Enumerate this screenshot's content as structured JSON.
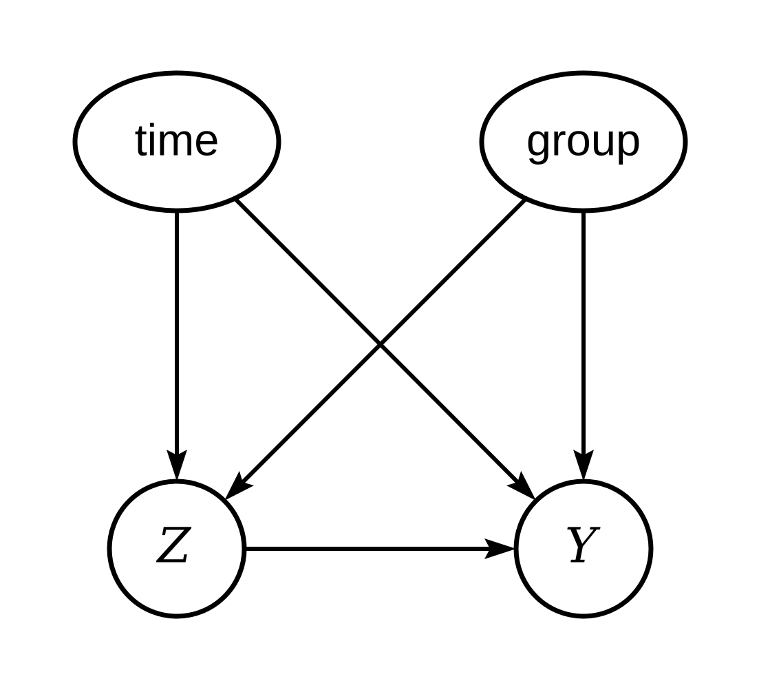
{
  "diagram": {
    "type": "directed-graph",
    "background_color": "#ffffff",
    "line_color": "#000000",
    "text_color": "#000000",
    "nodes": [
      {
        "id": "time",
        "label": "time",
        "shape": "ellipse"
      },
      {
        "id": "group",
        "label": "group",
        "shape": "ellipse"
      },
      {
        "id": "Z",
        "label": "Z",
        "shape": "circle"
      },
      {
        "id": "Y",
        "label": "Y",
        "shape": "circle"
      }
    ],
    "edges": [
      {
        "from": "time",
        "to": "Z"
      },
      {
        "from": "time",
        "to": "Y"
      },
      {
        "from": "group",
        "to": "Z"
      },
      {
        "from": "group",
        "to": "Y"
      },
      {
        "from": "Z",
        "to": "Y"
      }
    ]
  }
}
